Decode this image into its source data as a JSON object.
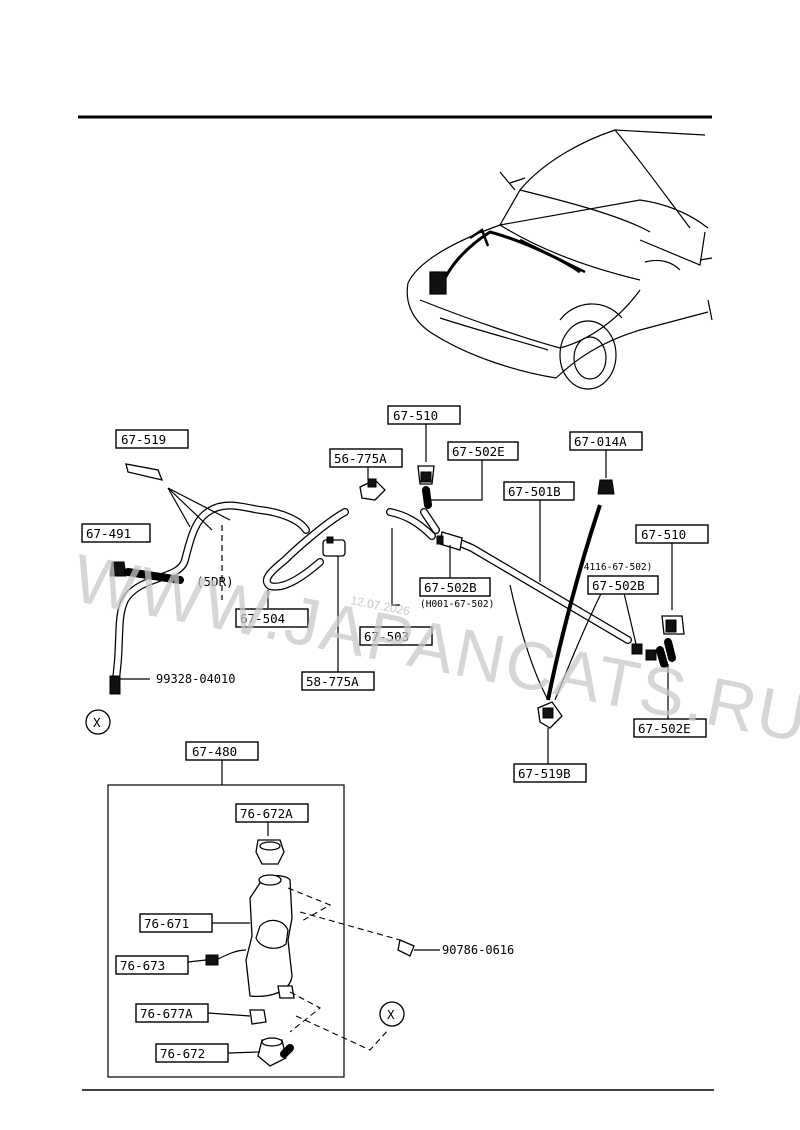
{
  "labels": {
    "l_67_519": "67-519",
    "l_67_491": "67-491",
    "l_5dr": "(5DR)",
    "l_99328": "99328-04010",
    "l_67_504": "67-504",
    "l_56_775a": "56-775A",
    "l_58_775a": "58-775A",
    "l_67_510_top": "67-510",
    "l_67_502e_top": "67-502E",
    "l_67_503": "67-503",
    "l_67_502b_left": "67-502B",
    "l_h001": "(H001-67-502)",
    "l_67_501b": "67-501B",
    "l_67_014a": "67-014A",
    "l_67_510_right": "67-510",
    "l_4116": "(4116-67-502)",
    "l_67_502b_right": "67-502B",
    "l_67_502e_right": "67-502E",
    "l_67_519b": "67-519B",
    "l_67_480": "67-480",
    "l_76_672a": "76-672A",
    "l_76_671": "76-671",
    "l_76_673": "76-673",
    "l_90786": "90786-0616",
    "l_76_677a": "76-677A",
    "l_76_672": "76-672",
    "x_left": "X",
    "x_right": "X"
  },
  "watermark": {
    "text": "WWW.JAPANCATS.RU",
    "date": "12.07.2026"
  }
}
